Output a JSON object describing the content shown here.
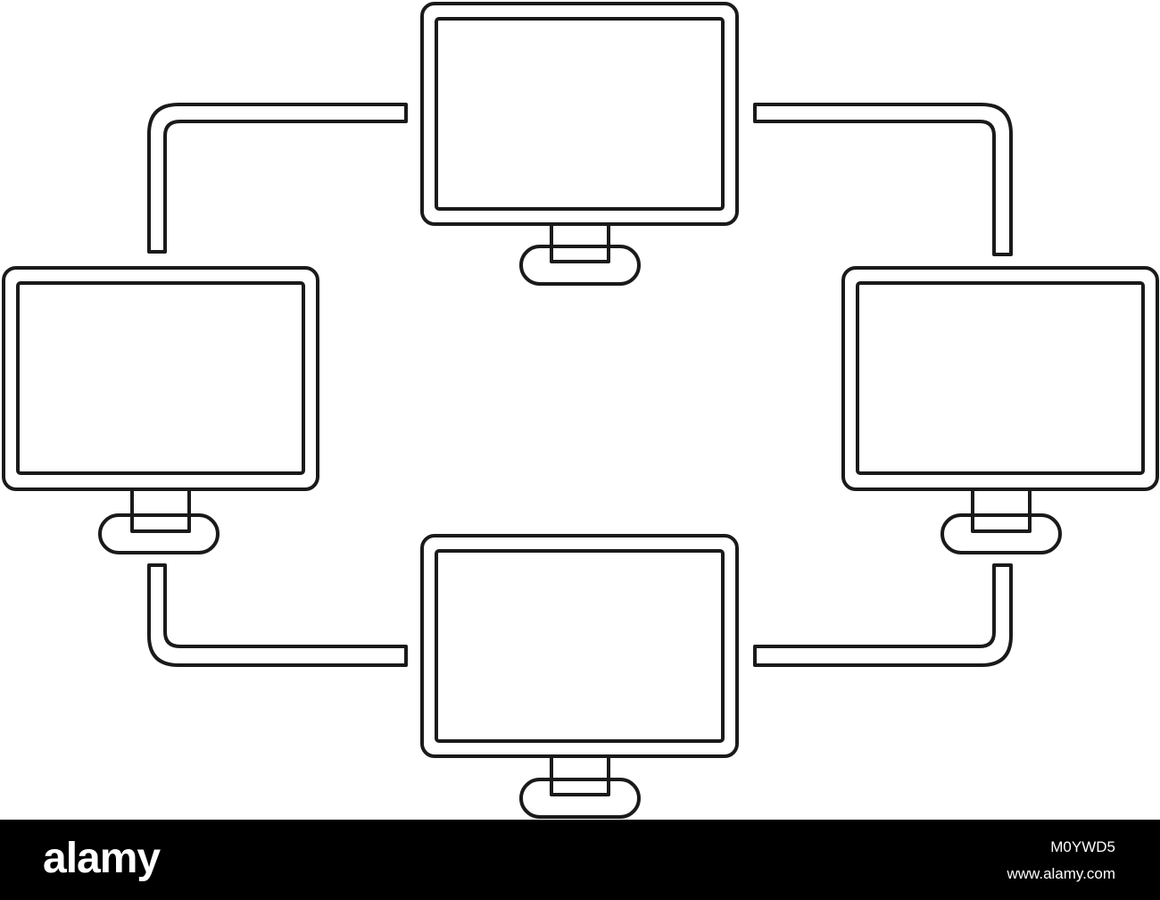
{
  "diagram": {
    "nodes": [
      {
        "id": "monitor-top",
        "icon": "monitor-icon"
      },
      {
        "id": "monitor-left",
        "icon": "monitor-icon"
      },
      {
        "id": "monitor-right",
        "icon": "monitor-icon"
      },
      {
        "id": "monitor-bottom",
        "icon": "monitor-icon"
      }
    ],
    "edges": [
      {
        "from": "monitor-left",
        "to": "monitor-top"
      },
      {
        "from": "monitor-top",
        "to": "monitor-right"
      },
      {
        "from": "monitor-right",
        "to": "monitor-bottom"
      },
      {
        "from": "monitor-bottom",
        "to": "monitor-left"
      }
    ],
    "colors": {
      "line": "#1a1a1a",
      "background": "#ffffff"
    }
  },
  "footer": {
    "logo": "alamy",
    "image_id": "M0YWD5",
    "url": "www.alamy.com",
    "background": "#000000",
    "text_color": "#ffffff"
  }
}
